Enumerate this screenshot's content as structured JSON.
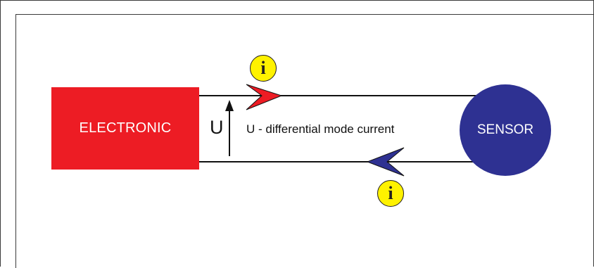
{
  "electronic_label": "ELECTRONIC",
  "sensor_label": "SENSOR",
  "voltage_symbol": "U",
  "caption": "U -  differential mode current",
  "info_icon": "i",
  "colors": {
    "electronic": "#ed1c24",
    "sensor": "#2e3192",
    "forward_arrow": "#ed1c24",
    "return_arrow": "#2e3192",
    "info_badge": "#fff200"
  }
}
